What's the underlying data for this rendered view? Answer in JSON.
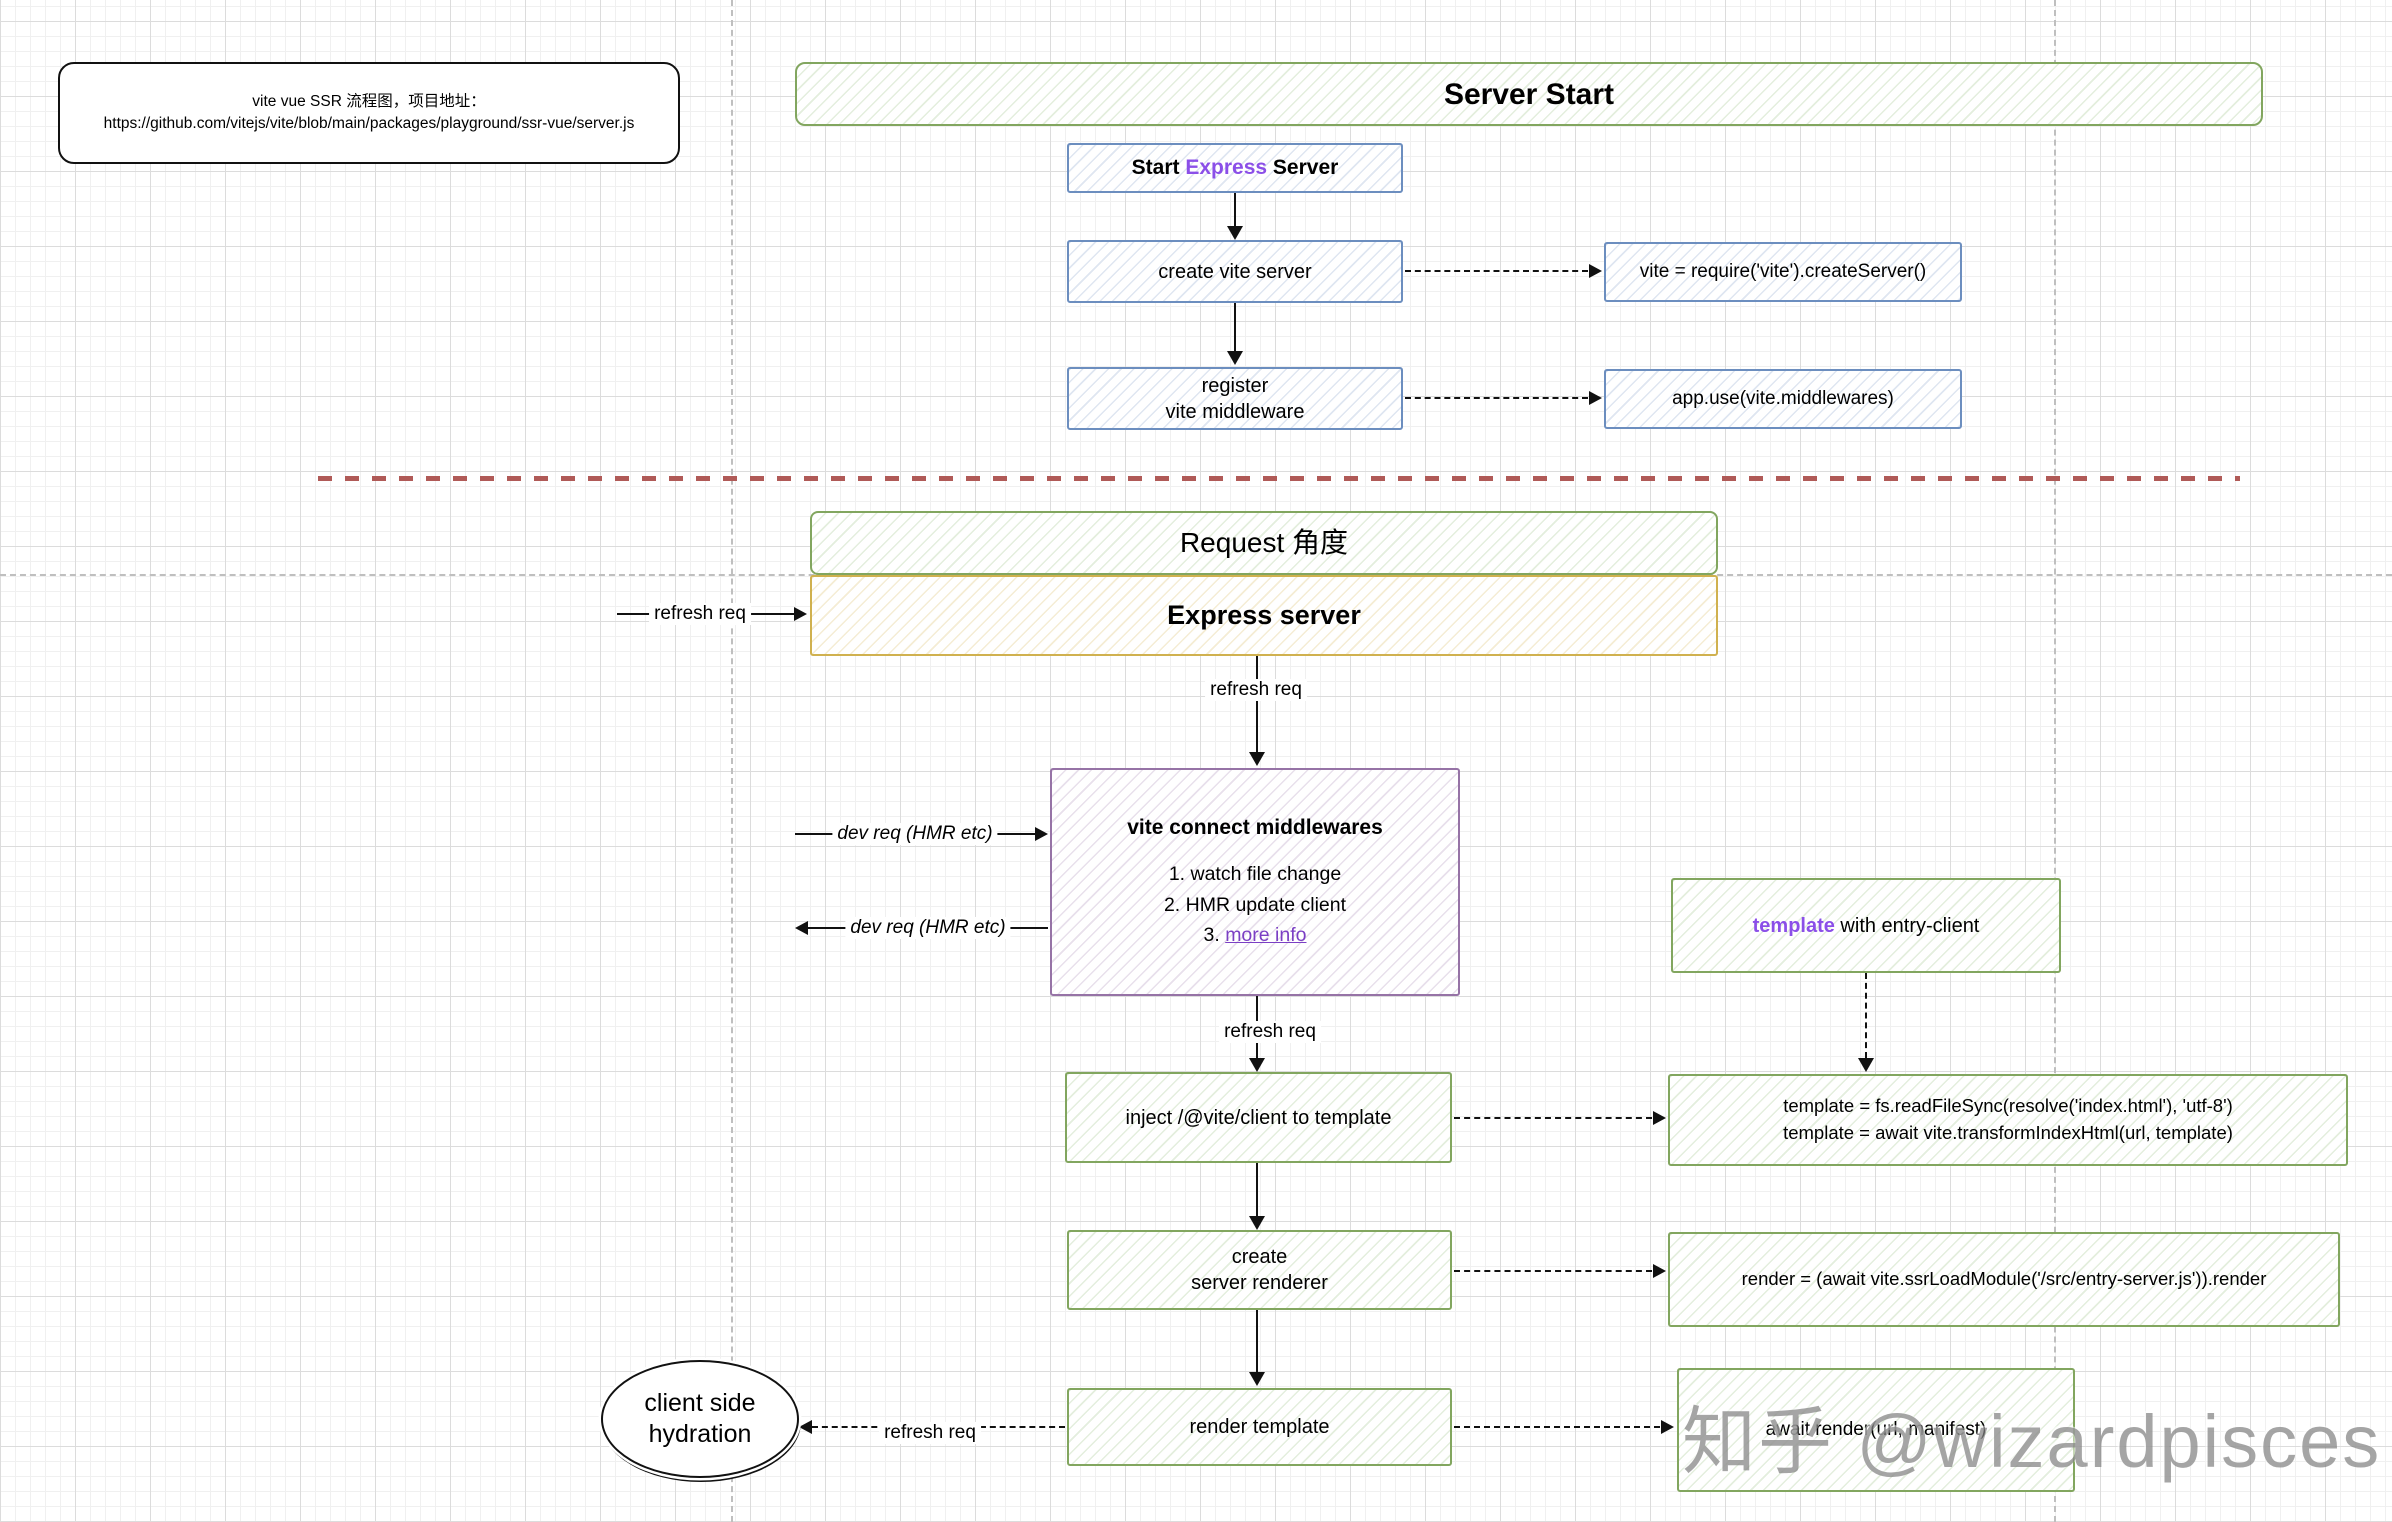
{
  "note": {
    "line1": "vite vue SSR 流程图，项目地址：",
    "line2": "https://github.com/vitejs/vite/blob/main/packages/playground/ssr-vue/server.js"
  },
  "headers": {
    "server_start": "Server Start",
    "request": "Request 角度",
    "express_server": "Express server"
  },
  "server_flow": {
    "start_express": {
      "pre": "Start ",
      "em": "Express",
      "post": " Server"
    },
    "create_vite": "create vite server",
    "register_line1": "register",
    "register_line2": "vite middleware",
    "vite_code": "vite = require('vite').createServer()",
    "app_use_code": "app.use(vite.middlewares)"
  },
  "labels": {
    "refresh_req": "refresh req",
    "dev_req": "dev req (HMR etc)"
  },
  "request_flow": {
    "middlewares": {
      "title": "vite connect middlewares",
      "items": [
        "1. watch file change",
        "2. HMR update client"
      ],
      "item3_pre": "3. ",
      "item3_link": "more info"
    },
    "template_box": {
      "em": "template",
      "post": " with entry-client"
    },
    "inject": "inject /@vite/client to template",
    "fs_code_line1": "template = fs.readFileSync(resolve('index.html'), 'utf-8')",
    "fs_code_line2": "template = await vite.transformIndexHtml(url, template)",
    "create_renderer_line1": "create",
    "create_renderer_line2": "server renderer",
    "render_code": "render = (await vite.ssrLoadModule('/src/entry-server.js')).render",
    "render_template": "render template",
    "await_code": "await render(url, manifest)",
    "hydration_line1": "client side",
    "hydration_line2": "hydration"
  },
  "watermark": "知乎 @wizardpisces",
  "colors": {
    "green_border": "#82a65f",
    "blue_border": "#6c8ebf",
    "yellow_border": "#d0b14f",
    "purple_border": "#9673a6",
    "express_purple": "#8b4fe8",
    "link_purple": "#7b3fc4",
    "separator_red": "#b05a57"
  }
}
